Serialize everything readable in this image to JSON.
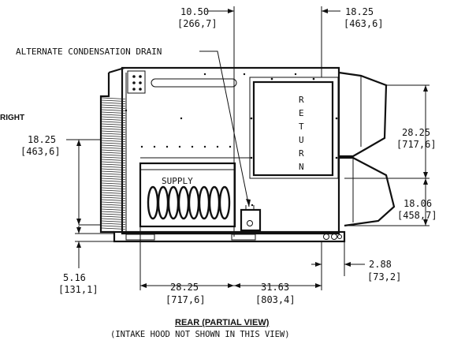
{
  "labels": {
    "alt_drain": "ALTERNATE CONDENSATION DRAIN",
    "return_letters": [
      "R",
      "E",
      "T",
      "U",
      "R",
      "N"
    ],
    "supply": "SUPPLY",
    "right_fragment": "RIGHT"
  },
  "dimensions": {
    "top_left": [
      "10.50",
      "[266,7]"
    ],
    "top_right": [
      "18.25",
      "[463,6]"
    ],
    "left_height": [
      "18.25",
      "[463,6]"
    ],
    "right_upper": [
      "28.25",
      "[717,6]"
    ],
    "right_lower": [
      "18.06",
      "[458,7]"
    ],
    "base_height": [
      "5.16",
      "[131,1]"
    ],
    "bottom_left": [
      "28.25",
      "[717,6]"
    ],
    "bottom_right": [
      "31.63",
      "[803,4]"
    ],
    "right_offset": [
      "2.88",
      "[73,2]"
    ]
  },
  "caption": {
    "title": "REAR (PARTIAL VIEW)",
    "note": "(INTAKE HOOD NOT SHOWN IN THIS VIEW)"
  }
}
